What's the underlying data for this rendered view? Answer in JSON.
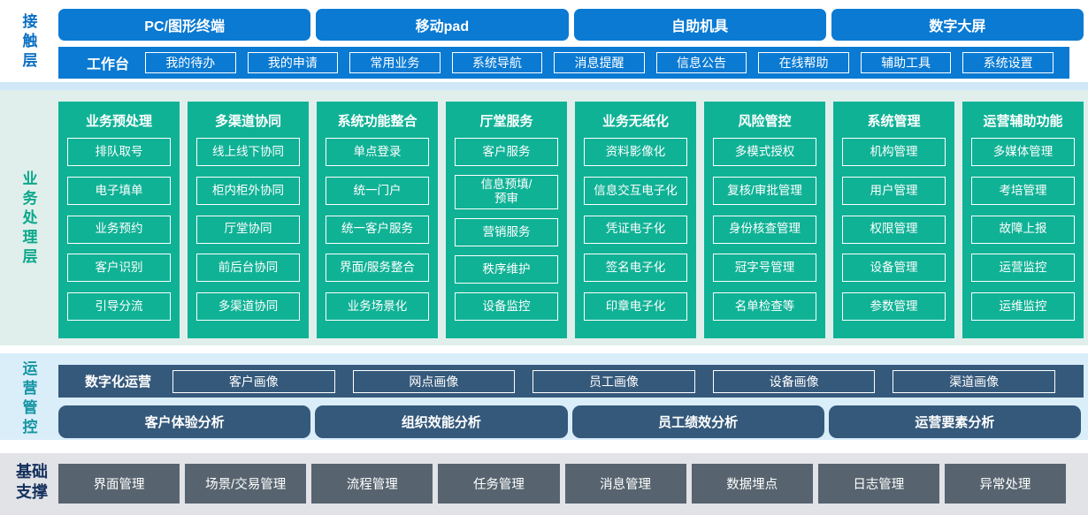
{
  "layers": {
    "contact": {
      "label": "接触层",
      "terminals": [
        "PC/图形终端",
        "移动pad",
        "自助机具",
        "数字大屏"
      ],
      "workbench": {
        "label": "工作台",
        "items": [
          "我的待办",
          "我的申请",
          "常用业务",
          "系统导航",
          "消息提醒",
          "信息公告",
          "在线帮助",
          "辅助工具",
          "系统设置"
        ]
      }
    },
    "business": {
      "label": "业务处理层",
      "columns": [
        {
          "title": "业务预处理",
          "items": [
            "排队取号",
            "电子填单",
            "业务预约",
            "客户识别",
            "引导分流"
          ]
        },
        {
          "title": "多渠道协同",
          "items": [
            "线上线下协同",
            "柜内柜外协同",
            "厅堂协同",
            "前后台协同",
            "多渠道协同"
          ]
        },
        {
          "title": "系统功能整合",
          "items": [
            "单点登录",
            "统一门户",
            "统一客户服务",
            "界面/服务整合",
            "业务场景化"
          ]
        },
        {
          "title": "厅堂服务",
          "items": [
            "客户服务",
            "信息预填/\n预审",
            "营销服务",
            "秩序维护",
            "设备监控"
          ]
        },
        {
          "title": "业务无纸化",
          "items": [
            "资料影像化",
            "信息交互电子化",
            "凭证电子化",
            "签名电子化",
            "印章电子化"
          ]
        },
        {
          "title": "风险管控",
          "items": [
            "多模式授权",
            "复核/审批管理",
            "身份核查管理",
            "冠字号管理",
            "名单检查等"
          ]
        },
        {
          "title": "系统管理",
          "items": [
            "机构管理",
            "用户管理",
            "权限管理",
            "设备管理",
            "参数管理"
          ]
        },
        {
          "title": "运营辅助功能",
          "items": [
            "多媒体管理",
            "考培管理",
            "故障上报",
            "运营监控",
            "运维监控"
          ]
        }
      ]
    },
    "operations": {
      "label": "运营管控",
      "digital": {
        "label": "数字化运营",
        "items": [
          "客户画像",
          "网点画像",
          "员工画像",
          "设备画像",
          "渠道画像"
        ]
      },
      "analysis": [
        "客户体验分析",
        "组织效能分析",
        "员工绩效分析",
        "运营要素分析"
      ]
    },
    "foundation": {
      "label": "基础支撑",
      "items": [
        "界面管理",
        "场景/交易管理",
        "流程管理",
        "任务管理",
        "消息管理",
        "数据埋点",
        "日志管理",
        "异常处理"
      ]
    }
  },
  "colors": {
    "primary_blue": "#0a7ad3",
    "divider_light_blue": "#cfe7f6",
    "teal_green": "#10b296",
    "mint_band": "#e0efeb",
    "ops_band_blue": "#daeefa",
    "dark_slate_blue": "#35597b",
    "foundation_band_gray": "#e2e3e7",
    "slate_gray_box": "#57646f",
    "contact_label_blue": "#0a6fc2",
    "business_label_green": "#0aa88b",
    "ops_label_teal": "#1695a3",
    "foundation_label_navy": "#14305c"
  }
}
